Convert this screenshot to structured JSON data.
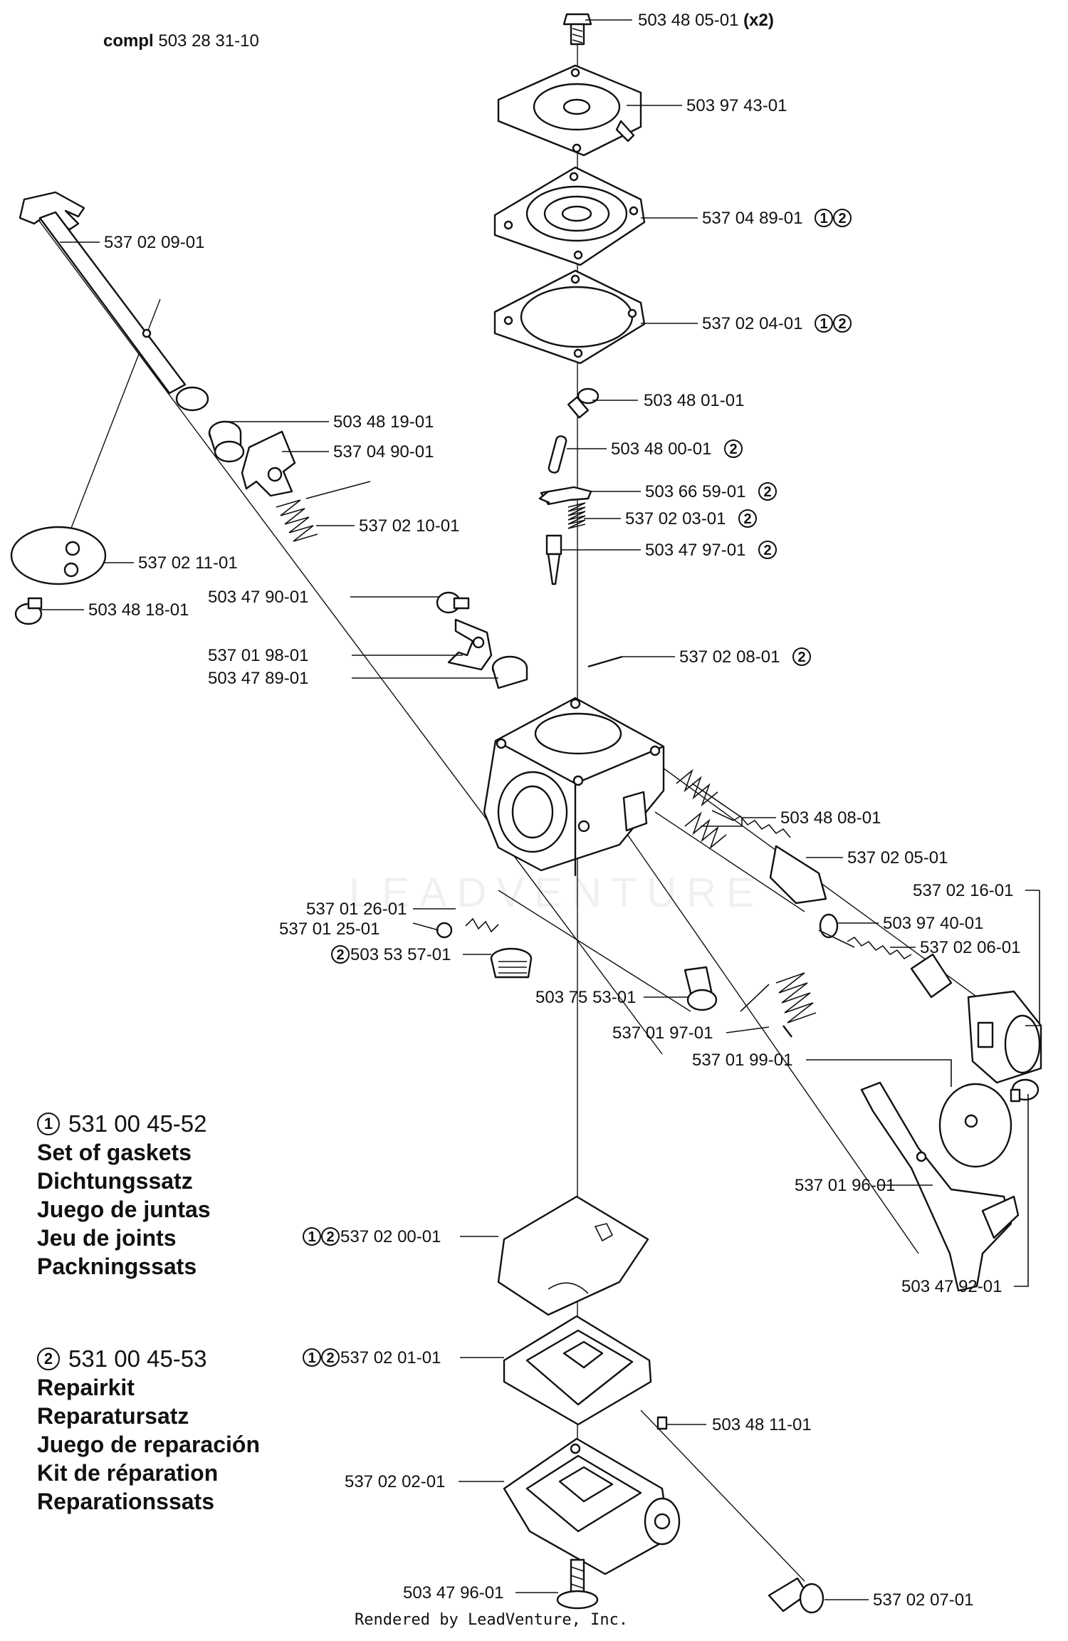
{
  "assembly": {
    "prefix": "compl",
    "number": "503 28 31-10"
  },
  "parts": [
    {
      "id": "p1",
      "number": "503 48 05-01",
      "suffix": "(x2)",
      "kits": []
    },
    {
      "id": "p2",
      "number": "503 97 43-01",
      "kits": []
    },
    {
      "id": "p3",
      "number": "537 04 89-01",
      "kits": [
        "1",
        "2"
      ]
    },
    {
      "id": "p4",
      "number": "537 02 04-01",
      "kits": [
        "1",
        "2"
      ]
    },
    {
      "id": "p5",
      "number": "503 48 01-01",
      "kits": []
    },
    {
      "id": "p6",
      "number": "503 48 00-01",
      "kits": [
        "2"
      ]
    },
    {
      "id": "p7",
      "number": "503 66 59-01",
      "kits": [
        "2"
      ]
    },
    {
      "id": "p8",
      "number": "537 02 03-01",
      "kits": [
        "2"
      ]
    },
    {
      "id": "p9",
      "number": "503 47 97-01",
      "kits": [
        "2"
      ]
    },
    {
      "id": "p10",
      "number": "537 02 08-01",
      "kits": [
        "2"
      ]
    },
    {
      "id": "p11",
      "number": "537 02 09-01",
      "kits": []
    },
    {
      "id": "p12",
      "number": "503 48 19-01",
      "kits": []
    },
    {
      "id": "p13",
      "number": "537 04 90-01",
      "kits": []
    },
    {
      "id": "p14",
      "number": "537 02 10-01",
      "kits": []
    },
    {
      "id": "p15",
      "number": "537 02 11-01",
      "kits": []
    },
    {
      "id": "p16",
      "number": "503 48 18-01",
      "kits": []
    },
    {
      "id": "p17",
      "number": "503 47 90-01",
      "kits": []
    },
    {
      "id": "p18",
      "number": "537 01 98-01",
      "kits": []
    },
    {
      "id": "p19",
      "number": "503 47 89-01",
      "kits": []
    },
    {
      "id": "p20",
      "number": "503 48 08-01",
      "kits": []
    },
    {
      "id": "p21",
      "number": "537 02 05-01",
      "kits": []
    },
    {
      "id": "p22",
      "number": "537 02 16-01",
      "kits": []
    },
    {
      "id": "p23",
      "number": "503 97 40-01",
      "kits": []
    },
    {
      "id": "p24",
      "number": "537 02 06-01",
      "kits": []
    },
    {
      "id": "p25",
      "number": "537 01 26-01",
      "kits": []
    },
    {
      "id": "p26",
      "number": "537 01 25-01",
      "kits": []
    },
    {
      "id": "p27",
      "number": "503 53 57-01",
      "kits": [
        "2"
      ],
      "kits_before": true
    },
    {
      "id": "p28",
      "number": "503 75 53-01",
      "kits": []
    },
    {
      "id": "p29",
      "number": "537 01 97-01",
      "kits": []
    },
    {
      "id": "p30",
      "number": "537 01 99-01",
      "kits": []
    },
    {
      "id": "p31",
      "number": "537 01 96-01",
      "kits": []
    },
    {
      "id": "p32",
      "number": "503 47 92-01",
      "kits": []
    },
    {
      "id": "p33",
      "number": "537 02 00-01",
      "kits": [
        "1",
        "2"
      ],
      "kits_before": true
    },
    {
      "id": "p34",
      "number": "537 02 01-01",
      "kits": [
        "1",
        "2"
      ],
      "kits_before": true
    },
    {
      "id": "p35",
      "number": "503 48 11-01",
      "kits": []
    },
    {
      "id": "p36",
      "number": "537 02 02-01",
      "kits": []
    },
    {
      "id": "p37",
      "number": "503 47 96-01",
      "kits": []
    },
    {
      "id": "p38",
      "number": "537 02 07-01",
      "kits": []
    }
  ],
  "kits": [
    {
      "id": "1",
      "number": "531 00 45-52",
      "names": [
        "Set of gaskets",
        "Dichtungssatz",
        "Juego de juntas",
        "Jeu de joints",
        "Packningssats"
      ]
    },
    {
      "id": "2",
      "number": "531 00 45-53",
      "names": [
        "Repairkit",
        "Reparatursatz",
        "Juego de reparación",
        "Kit de réparation",
        "Reparationssats"
      ]
    }
  ],
  "watermark": "LEADVENTURE",
  "footer": "Rendered by LeadVenture, Inc."
}
